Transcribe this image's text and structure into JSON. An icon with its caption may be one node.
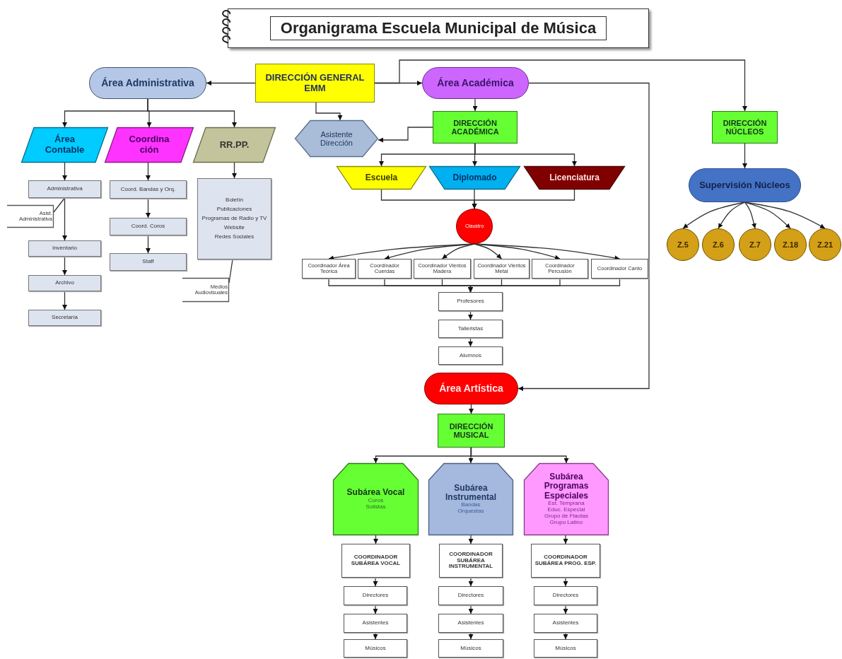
{
  "diagram": {
    "title": "Organigrama Escuela Municipal de Música",
    "nodes": [
      {
        "text": [
          "DIRECCIÓN GENERAL EMM"
        ]
      },
      {
        "text": [
          "Área Administrativa"
        ]
      },
      {
        "text": [
          "Área Académica"
        ]
      },
      {
        "text": [
          "DIRECCIÓN NÚCLEOS"
        ]
      },
      {
        "text": [
          "Área Contable"
        ]
      },
      {
        "text": [
          "Coordina ción"
        ]
      },
      {
        "text": [
          "RR.PP."
        ]
      },
      {
        "text": [
          "Asistente Dirección"
        ]
      },
      {
        "text": [
          "DIRECCIÓN ACADÉMICA"
        ]
      },
      {
        "text": [
          "Supervisión Núcleos"
        ]
      },
      {
        "text": [
          "Escuela"
        ]
      },
      {
        "text": [
          "Diplomado"
        ]
      },
      {
        "text": [
          "Licenciatura"
        ]
      },
      {
        "text": [
          "Administrativa"
        ]
      },
      {
        "text": [
          "Coord. Bandas y Orq."
        ]
      },
      {
        "text": [
          "Boletín",
          "Publicaciones",
          "Programas de Radio y TV",
          "Website",
          "Redes Sociales"
        ]
      },
      {
        "text": [
          "Asist. Administrativa"
        ]
      },
      {
        "text": [
          "Coord. Coros"
        ]
      },
      {
        "text": [
          "Inventario"
        ]
      },
      {
        "text": [
          "Staff"
        ]
      },
      {
        "text": [
          "Medios Audiovisuales"
        ]
      },
      {
        "text": [
          "Claustro"
        ]
      },
      {
        "text": [
          "Archivo"
        ]
      },
      {
        "text": [
          "Secretaría"
        ]
      },
      {
        "text": [
          "Coordinador Área Teórica"
        ]
      },
      {
        "text": [
          "Coordinador Cuerdas"
        ]
      },
      {
        "text": [
          "Coordinador Vientos Madera"
        ]
      },
      {
        "text": [
          "Coordinador Vientos Metal"
        ]
      },
      {
        "text": [
          "Coordinador Percusión"
        ]
      },
      {
        "text": [
          "Coordinador Canto"
        ]
      },
      {
        "text": [
          "Profesores"
        ]
      },
      {
        "text": [
          "Talleristas"
        ]
      },
      {
        "text": [
          "Alumnos"
        ]
      },
      {
        "text": [
          "Área Artística"
        ]
      },
      {
        "text": [
          "DIRECCIÓN MUSICAL"
        ]
      },
      {
        "text": [
          "Subárea Vocal",
          "Coros",
          "Solistas"
        ]
      },
      {
        "text": [
          "Subárea Instrumental",
          "Bandas",
          "Orquestas"
        ]
      },
      {
        "text": [
          "Subárea Programas Especiales",
          "Est. Temprana",
          "Educ. Especial",
          "Grupo de Flautas",
          "Grupo Latino"
        ]
      },
      {
        "text": [
          "COORDINADOR SUBÁREA VOCAL"
        ]
      },
      {
        "text": [
          "COORDINADOR SUBÁREA INSTRUMENTAL"
        ]
      },
      {
        "text": [
          "COORDINADOR SUBÁREA PROG. ESP."
        ]
      },
      {
        "text": [
          "Directores"
        ]
      },
      {
        "text": [
          "Directores"
        ]
      },
      {
        "text": [
          "Directores"
        ]
      },
      {
        "text": [
          "Asistentes"
        ]
      },
      {
        "text": [
          "Asistentes"
        ]
      },
      {
        "text": [
          "Asistentes"
        ]
      },
      {
        "text": [
          "Músicos"
        ]
      },
      {
        "text": [
          "Músicos"
        ]
      },
      {
        "text": [
          "Músicos"
        ]
      },
      {
        "text": [
          "Z.5"
        ]
      },
      {
        "text": [
          "Z.6"
        ]
      },
      {
        "text": [
          "Z.7"
        ]
      },
      {
        "text": [
          "Z.18"
        ]
      },
      {
        "text": [
          "Z.21"
        ]
      }
    ],
    "edges": [
      {
        "from": 0,
        "to": 1,
        "arrow": "to"
      },
      {
        "from": 0,
        "to": 2,
        "arrow": "to"
      },
      {
        "from": 0,
        "to": 3,
        "arrow": "to"
      },
      {
        "from": 0,
        "to": 7,
        "arrow": "to"
      },
      {
        "from": 2,
        "to": 33,
        "arrow": "to"
      },
      {
        "from": 1,
        "to": 4,
        "arrow": "to"
      },
      {
        "from": 1,
        "to": 5,
        "arrow": "to"
      },
      {
        "from": 1,
        "to": 6,
        "arrow": "to"
      },
      {
        "from": 2,
        "to": 8,
        "arrow": "to"
      },
      {
        "from": 8,
        "to": 7,
        "arrow": "to"
      },
      {
        "from": 8,
        "to": 10,
        "arrow": "to"
      },
      {
        "from": 8,
        "to": 11,
        "arrow": "to"
      },
      {
        "from": 8,
        "to": 12,
        "arrow": "to"
      },
      {
        "from": 3,
        "to": 9,
        "arrow": "to"
      },
      {
        "from": 9,
        "to": 50,
        "arrow": "to"
      },
      {
        "from": 9,
        "to": 51,
        "arrow": "to"
      },
      {
        "from": 9,
        "to": 52,
        "arrow": "to"
      },
      {
        "from": 9,
        "to": 53,
        "arrow": "to"
      },
      {
        "from": 9,
        "to": 54,
        "arrow": "to"
      },
      {
        "from": 4,
        "to": 13,
        "arrow": "to"
      },
      {
        "from": 13,
        "to": 18,
        "arrow": "to"
      },
      {
        "from": 18,
        "to": 22,
        "arrow": "to"
      },
      {
        "from": 22,
        "to": 23,
        "arrow": "to"
      },
      {
        "from": 16,
        "to": 13,
        "arrow": "none"
      },
      {
        "from": 5,
        "to": 14,
        "arrow": "to"
      },
      {
        "from": 14,
        "to": 17,
        "arrow": "to"
      },
      {
        "from": 17,
        "to": 19,
        "arrow": "to"
      },
      {
        "from": 6,
        "to": 15,
        "arrow": "to"
      },
      {
        "from": 20,
        "to": 15,
        "arrow": "none"
      },
      {
        "from": 10,
        "to": 21,
        "arrow": "to"
      },
      {
        "from": 11,
        "to": 21,
        "arrow": "to"
      },
      {
        "from": 12,
        "to": 21,
        "arrow": "to"
      },
      {
        "from": 21,
        "to": 24,
        "arrow": "to"
      },
      {
        "from": 21,
        "to": 25,
        "arrow": "to"
      },
      {
        "from": 21,
        "to": 26,
        "arrow": "to"
      },
      {
        "from": 21,
        "to": 27,
        "arrow": "to"
      },
      {
        "from": 21,
        "to": 28,
        "arrow": "to"
      },
      {
        "from": 21,
        "to": 29,
        "arrow": "to"
      },
      {
        "from": 24,
        "to": 30,
        "arrow": "to"
      },
      {
        "from": 25,
        "to": 30,
        "arrow": "to"
      },
      {
        "from": 26,
        "to": 30,
        "arrow": "to"
      },
      {
        "from": 27,
        "to": 30,
        "arrow": "to"
      },
      {
        "from": 28,
        "to": 30,
        "arrow": "to"
      },
      {
        "from": 29,
        "to": 30,
        "arrow": "to"
      },
      {
        "from": 30,
        "to": 31,
        "arrow": "to"
      },
      {
        "from": 31,
        "to": 32,
        "arrow": "to"
      },
      {
        "from": 33,
        "to": 34,
        "arrow": "to"
      },
      {
        "from": 34,
        "to": 35,
        "arrow": "to"
      },
      {
        "from": 34,
        "to": 36,
        "arrow": "to"
      },
      {
        "from": 34,
        "to": 37,
        "arrow": "to"
      },
      {
        "from": 35,
        "to": 38,
        "arrow": "to"
      },
      {
        "from": 36,
        "to": 39,
        "arrow": "to"
      },
      {
        "from": 37,
        "to": 40,
        "arrow": "to"
      },
      {
        "from": 38,
        "to": 41,
        "arrow": "to"
      },
      {
        "from": 39,
        "to": 42,
        "arrow": "to"
      },
      {
        "from": 40,
        "to": 43,
        "arrow": "to"
      },
      {
        "from": 41,
        "to": 44,
        "arrow": "to"
      },
      {
        "from": 42,
        "to": 45,
        "arrow": "to"
      },
      {
        "from": 43,
        "to": 46,
        "arrow": "to"
      },
      {
        "from": 44,
        "to": 47,
        "arrow": "to"
      },
      {
        "from": 45,
        "to": 48,
        "arrow": "to"
      },
      {
        "from": 46,
        "to": 49,
        "arrow": "to"
      }
    ]
  }
}
